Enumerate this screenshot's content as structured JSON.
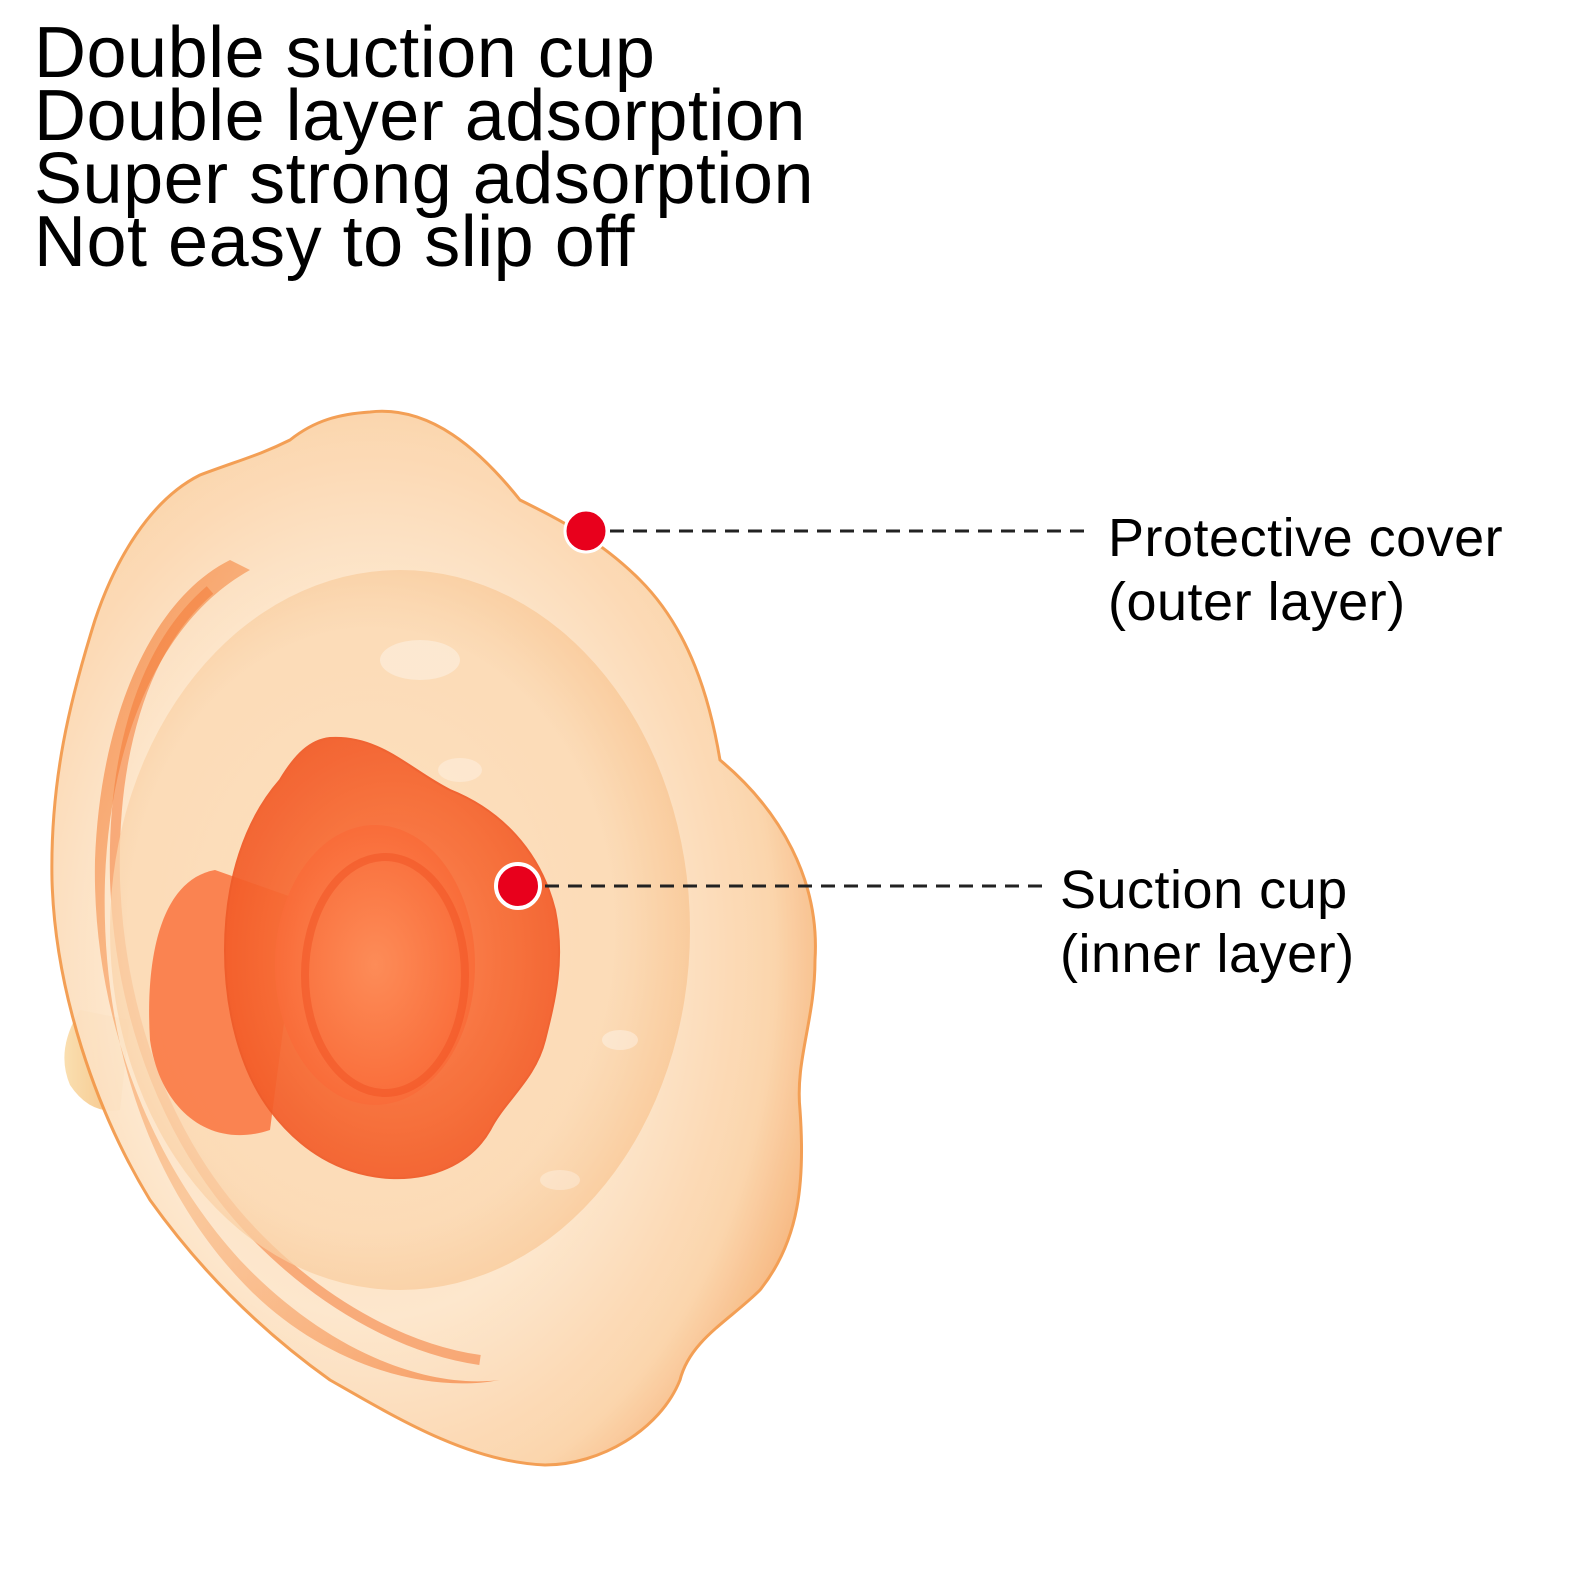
{
  "headline": {
    "lines": [
      "Double suction cup",
      "Double layer adsorption",
      "Super strong adsorption",
      "Not easy to slip off"
    ]
  },
  "callouts": {
    "outer": {
      "line1": "Protective cover",
      "line2": "(outer layer)"
    },
    "inner": {
      "line1": "Suction cup",
      "line2": "(inner layer)"
    }
  },
  "colors": {
    "marker": "#e8001c",
    "leader_line": "#222222",
    "cover_light": "#fde3c4",
    "cover_edge": "#f39a4c",
    "cup_core": "#f96a3c"
  }
}
